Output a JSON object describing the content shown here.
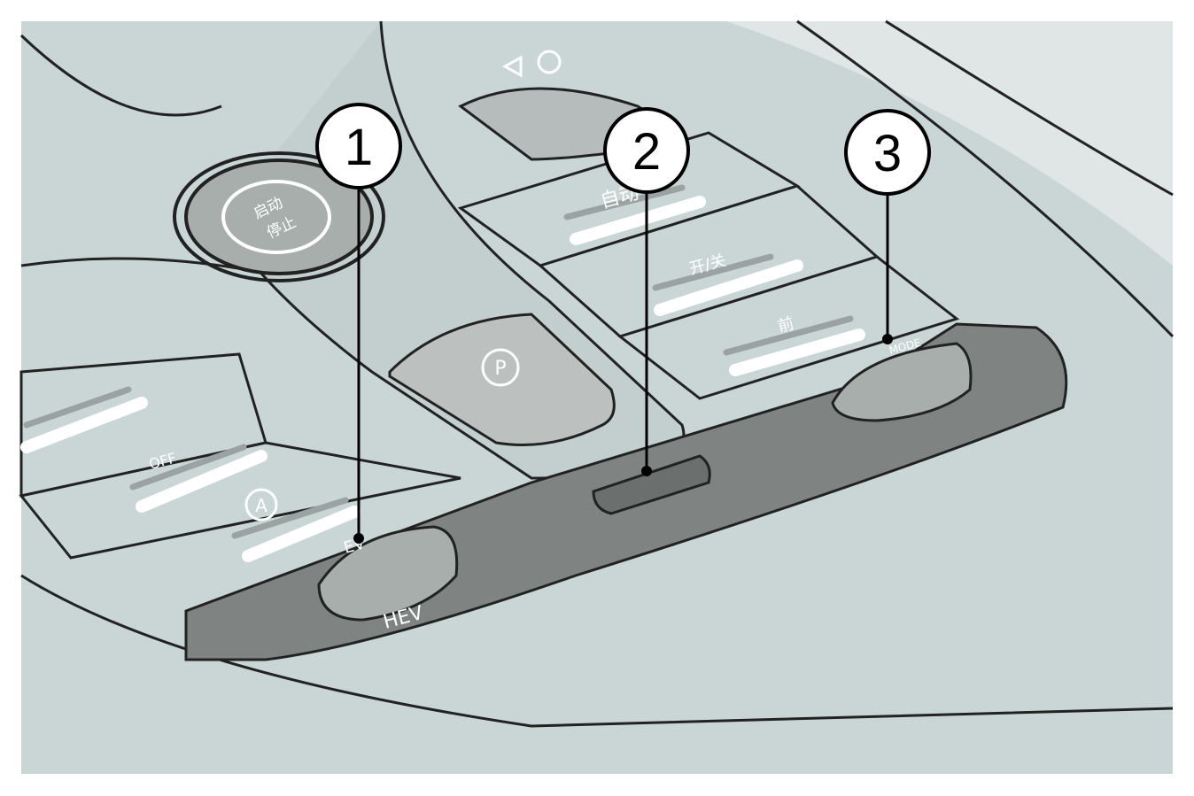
{
  "illustration": {
    "start_stop_button": {
      "top_text": "启动",
      "bottom_text": "停止"
    },
    "climate_auto": "自动",
    "fan_onoff": "开/关",
    "front_defrost": "前",
    "drive_mode": "MODE",
    "off_label": "OFF",
    "ev_label": "EV",
    "hev_label": "HEV",
    "parking_brake": "P",
    "auto_hold": "A"
  },
  "callouts": [
    {
      "number": "1"
    },
    {
      "number": "2"
    },
    {
      "number": "3"
    }
  ],
  "colors": {
    "panel": "#c9d6d5",
    "dark_panel": "#7f8483",
    "button": "#b5b9b8"
  }
}
